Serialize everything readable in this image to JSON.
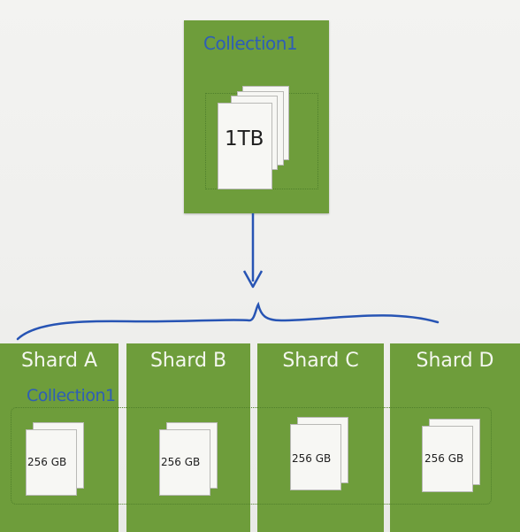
{
  "source": {
    "collection_label": "Collection1",
    "size_label": "1TB"
  },
  "distributed": {
    "collection_label": "Collection1"
  },
  "shards": [
    {
      "name": "Shard A",
      "size_label": "256 GB"
    },
    {
      "name": "Shard B",
      "size_label": "256 GB"
    },
    {
      "name": "Shard C",
      "size_label": "256 GB"
    },
    {
      "name": "Shard D",
      "size_label": "256 GB"
    }
  ],
  "colors": {
    "shard_green": "#6e9d3b",
    "arrow_blue": "#2754b4",
    "label_blue": "#2e5eb6",
    "paper": "#f7f7f4"
  }
}
